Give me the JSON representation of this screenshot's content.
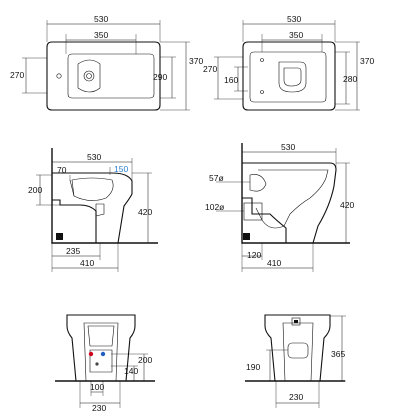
{
  "views": {
    "bidet_top": {
      "d530": "530",
      "d350": "350",
      "d270": "270",
      "d290": "290",
      "d370": "370"
    },
    "wc_top": {
      "d530": "530",
      "d350": "350",
      "d270": "270",
      "d160": "160",
      "d280": "280",
      "d370": "370"
    },
    "bidet_side": {
      "d530": "530",
      "d70": "70",
      "d150": "150",
      "d200": "200",
      "d420": "420",
      "d235": "235",
      "d410": "410"
    },
    "wc_side": {
      "d530": "530",
      "d57": "57ø",
      "d102": "102ø",
      "d420": "420",
      "d120": "120",
      "d410": "410"
    },
    "bidet_rear": {
      "d200": "200",
      "d140": "140",
      "d100": "100",
      "d230": "230"
    },
    "wc_rear": {
      "d365": "365",
      "d190": "190",
      "d230": "230"
    }
  },
  "colors": {
    "accent_dimension": "#2a7fd0",
    "hot_marker": "#d0021b",
    "cold_marker": "#1f5fbf"
  }
}
